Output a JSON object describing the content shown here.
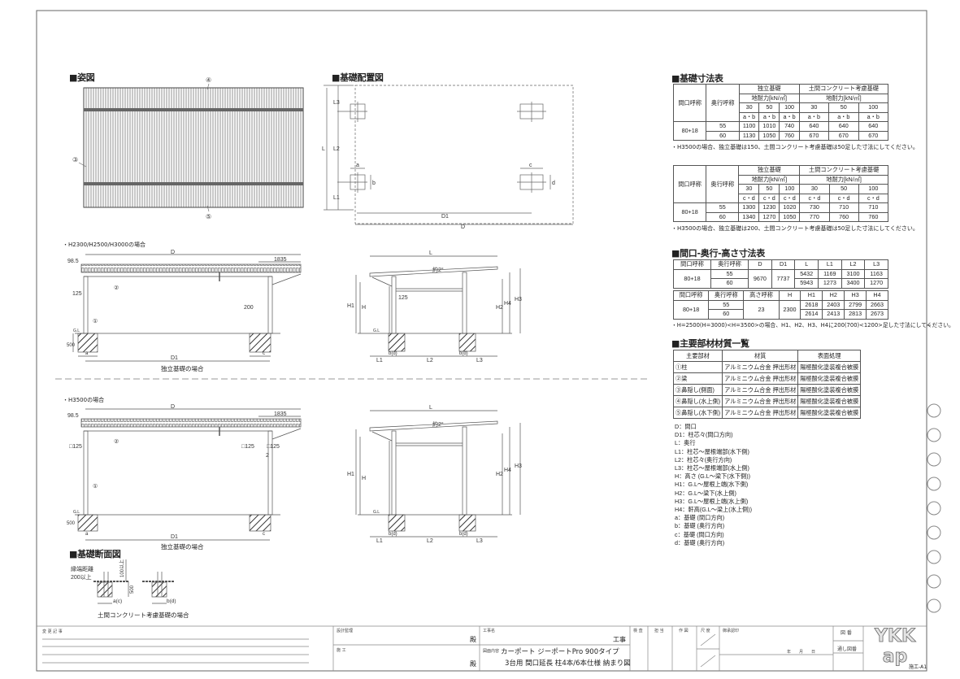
{
  "headings": {
    "elevation_view": "■姿図",
    "foundation_layout": "■基礎配置図",
    "foundation_section": "■基礎断面図",
    "foundation_dims": "■基礎寸法表",
    "size_table": "■間口-奥行-高さ寸法表",
    "materials": "■主要部材材質一覧"
  },
  "plan_labels": {
    "n4": "④",
    "n3": "③",
    "n5": "⑤"
  },
  "layout_labels": {
    "L": "L",
    "L1": "L1",
    "L2": "L2",
    "L3": "L3",
    "D": "D",
    "D1": "D1",
    "a": "a",
    "b": "b",
    "c": "c",
    "d": "d"
  },
  "elevation1": {
    "note": "・H2300/H2500/H3000の場合",
    "D": "D",
    "dim_985": "98.5",
    "dim_1835": "1835",
    "dim_125": "125",
    "dim_200": "200",
    "n2": "②",
    "n1": "①",
    "dim_500": "500",
    "gl": "G.L",
    "a": "a",
    "c": "c",
    "D1": "D1",
    "caption": "独立基礎の場合"
  },
  "elevation2": {
    "note": "・H3500の場合",
    "D": "D",
    "dim_985": "98.5",
    "dim_1835": "1835",
    "sq125_left": "□125",
    "sq125_mid": "□125",
    "sq125_right": "□125",
    "n2b": "2",
    "n2": "②",
    "n1": "①",
    "dim_500": "500",
    "gl": "G.L",
    "a": "a",
    "c": "c",
    "D1": "D1",
    "caption": "独立基礎の場合"
  },
  "side_section": {
    "L": "L",
    "angle": "約2°",
    "dim_125": "125",
    "H1": "H1",
    "H": "H",
    "H2": "H2",
    "H4": "H4",
    "H3": "H3",
    "gl": "G.L",
    "bd": "b(d)",
    "L1": "L1",
    "L2": "L2",
    "L3": "L3"
  },
  "found_section": {
    "edge_distance": "縁端距離",
    "edge_value": "200以上",
    "dim_100": "100以上",
    "dim_500": "500",
    "ac": "a(c)",
    "bd": "b(d)",
    "caption": "土間コンクリート考慮基礎の場合"
  },
  "foundation_table_ab": {
    "col_width": "間口呼称",
    "col_depth": "奥行呼称",
    "group1": "独立基礎",
    "group2": "土間コンクリート考慮基礎",
    "bearing": "地耐力[kN/㎡]",
    "loads": [
      "30",
      "50",
      "100",
      "30",
      "50",
      "100"
    ],
    "sub": "a・b",
    "rows": [
      [
        "80+18",
        "55",
        "1100",
        "1010",
        "740",
        "640",
        "640",
        "640"
      ],
      [
        "",
        "60",
        "1130",
        "1050",
        "760",
        "670",
        "670",
        "670"
      ]
    ],
    "note": "・H3500の場合、独立基礎は150、土間コンクリート考慮基礎は50足した寸法にしてください。"
  },
  "foundation_table_cd": {
    "col_width": "間口呼称",
    "col_depth": "奥行呼称",
    "group1": "独立基礎",
    "group2": "土間コンクリート考慮基礎",
    "bearing": "地耐力[kN/㎡]",
    "loads": [
      "30",
      "50",
      "100",
      "30",
      "50",
      "100"
    ],
    "sub": "c・d",
    "rows": [
      [
        "80+18",
        "55",
        "1300",
        "1230",
        "1020",
        "730",
        "710",
        "710"
      ],
      [
        "",
        "60",
        "1340",
        "1270",
        "1050",
        "770",
        "760",
        "760"
      ]
    ],
    "note": "・H3500の場合、独立基礎は200、土間コンクリート考慮基礎は50足した寸法にしてください。"
  },
  "size_table_1": {
    "headers": [
      "間口呼称",
      "奥行呼称",
      "D",
      "D1",
      "L",
      "L1",
      "L2",
      "L3"
    ],
    "width": "80+18",
    "D": "9670",
    "D1": "7737",
    "rows": [
      [
        "55",
        "5432",
        "1169",
        "3100",
        "1163"
      ],
      [
        "60",
        "5943",
        "1273",
        "3400",
        "1270"
      ]
    ]
  },
  "size_table_2": {
    "headers": [
      "間口呼称",
      "奥行呼称",
      "高さ呼称",
      "H",
      "H1",
      "H2",
      "H3",
      "H4"
    ],
    "width": "80+18",
    "height_name": "23",
    "H": "2300",
    "rows": [
      [
        "55",
        "2618",
        "2403",
        "2799",
        "2663"
      ],
      [
        "60",
        "2614",
        "2413",
        "2813",
        "2673"
      ]
    ],
    "note": "・H=2500(H=3000)<H=3500>の場合、H1、H2、H3、H4に200(700)<1200>足した寸法にしてください。"
  },
  "materials_table": {
    "headers": [
      "主要部材",
      "材質",
      "表面処理"
    ],
    "rows": [
      [
        "①柱",
        "アルミニウム合金 押出形材",
        "陽極酸化塗装複合被膜"
      ],
      [
        "②梁",
        "アルミニウム合金 押出形材",
        "陽極酸化塗装複合被膜"
      ],
      [
        "③鼻隠し(側面)",
        "アルミニウム合金 押出形材",
        "陽極酸化塗装複合被膜"
      ],
      [
        "④鼻隠し(水上側)",
        "アルミニウム合金 押出形材",
        "陽極酸化塗装複合被膜"
      ],
      [
        "⑤鼻隠し(水下側)",
        "アルミニウム合金 押出形材",
        "陽極酸化塗装複合被膜"
      ]
    ]
  },
  "legend": [
    "D：間口",
    "D1：柱芯々(間口方向)",
    "L：奥行",
    "L1：柱芯～屋根端部(水下側)",
    "L2：柱芯々(奥行方向)",
    "L3：柱芯～屋根端部(水上側)",
    "H：高さ (G.L～梁下(水下側))",
    "H1：G.L～屋根上端(水下側)",
    "H2：G.L～梁下(水上側)",
    "H3：G.L～屋根上端(水上側)",
    "H4：軒高(G.L～梁上(水上側))",
    "a：基礎 (間口方向)",
    "b：基礎 (奥行方向)",
    "c：基礎 (間口方向)",
    "d：基礎 (奥行方向)"
  ],
  "title_block": {
    "change_record": "変 更 記 事",
    "design_supervision": "設計監理",
    "construction": "施 工",
    "honorific": "殿",
    "project_name_label": "工事名",
    "project_suffix": "工事",
    "drawing_content_label": "図面内容",
    "drawing_title_1": "カーポート ジーポートPro 900タイプ",
    "drawing_title_2": "3台用 間口延長 柱4本/6本仕様 納まり図",
    "inspection": "検 査",
    "in_charge": "担 当",
    "drafting": "作 図",
    "scale": "尺 度",
    "approval": "御承認印",
    "date": "年　　月　　日",
    "drawing_no": "図 番",
    "serial_no": "通し図番",
    "logo": "YKK ap",
    "sheet": "施工-A1"
  }
}
